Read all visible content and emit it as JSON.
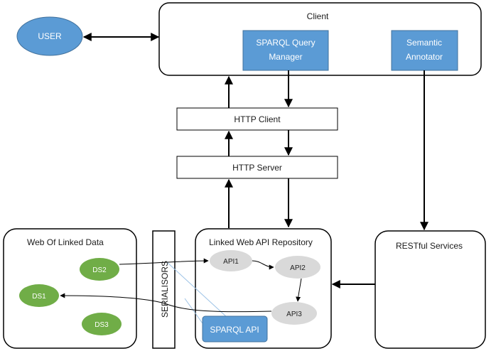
{
  "diagram": {
    "colors": {
      "blue_fill": "#5b9bd5",
      "blue_stroke": "#41719c",
      "green_fill": "#70ad47",
      "grey_fill": "#d9d9d9",
      "line": "#000000",
      "light_blue_line": "#9dc3e6"
    },
    "nodes": {
      "user": "USER",
      "client": "Client",
      "sparql_query_manager": [
        "SPARQL Query",
        "Manager"
      ],
      "semantic_annotator": [
        "Semantic",
        "Annotator"
      ],
      "http_client": "HTTP Client",
      "http_server": "HTTP Server",
      "web_of_linked_data": "Web Of Linked Data",
      "ds1": "DS1",
      "ds2": "DS2",
      "ds3": "DS3",
      "serialisors": "SERIALISORS",
      "linked_web_api_repository": "Linked Web API Repository",
      "api1": "API1",
      "api2": "API2",
      "api3": "API3",
      "sparql_api": "SPARQL API",
      "restful_services": "RESTful Services"
    },
    "edges": [
      {
        "from": "user",
        "to": "client",
        "type": "bidirectional"
      },
      {
        "from": "http_client",
        "to": "client",
        "type": "arrow"
      },
      {
        "from": "sparql_query_manager",
        "to": "http_client",
        "type": "arrow"
      },
      {
        "from": "http_server",
        "to": "http_client",
        "type": "arrow"
      },
      {
        "from": "http_client",
        "to": "http_server",
        "type": "arrow"
      },
      {
        "from": "linked_web_api_repository",
        "to": "http_server",
        "type": "arrow"
      },
      {
        "from": "http_server",
        "to": "linked_web_api_repository",
        "type": "arrow"
      },
      {
        "from": "semantic_annotator",
        "to": "restful_services",
        "type": "arrow"
      },
      {
        "from": "restful_services",
        "to": "linked_web_api_repository",
        "type": "arrow"
      },
      {
        "from": "ds2",
        "to": "api1",
        "type": "arrow"
      },
      {
        "from": "api1",
        "to": "api2",
        "type": "arrow"
      },
      {
        "from": "api2",
        "to": "api3",
        "type": "arrow"
      },
      {
        "from": "api3",
        "to": "ds1",
        "type": "arrow"
      },
      {
        "from": "sparql_api",
        "to": "serialisors",
        "type": "line"
      }
    ]
  }
}
